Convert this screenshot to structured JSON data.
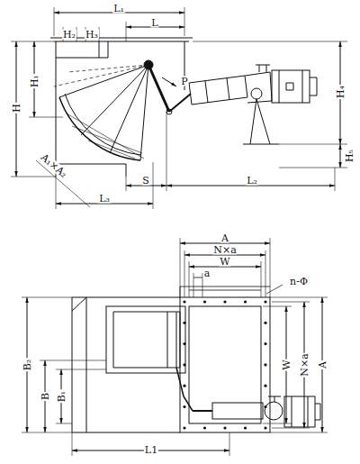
{
  "diagram": {
    "labels": [
      "L₁",
      "H₂",
      "H₃",
      "L",
      "H₁",
      "H",
      "P",
      "H₄",
      "A₁×A₂",
      "S",
      "L₂",
      "H₅",
      "L₃",
      "A",
      "N×a",
      "W",
      "a",
      "n-Φ",
      "B₂",
      "B",
      "B₁",
      "W",
      "N×a",
      "A",
      "L1"
    ]
  }
}
